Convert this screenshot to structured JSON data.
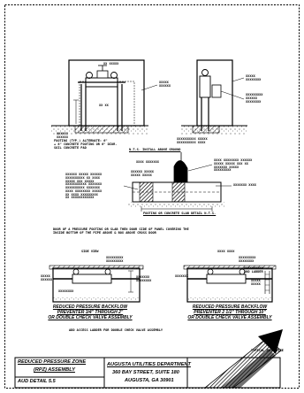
{
  "document": {
    "type": "engineering detail drawing",
    "colors": {
      "ink": "#000000",
      "paper": "#ffffff",
      "hatch": "#000000"
    }
  },
  "callouts": {
    "top_left_1": "XX   XXXXX",
    "top_left_2": "XXXXX\nXXXXXX",
    "top_left_3": "XX  XX",
    "top_left_4": "XXXXXX\nXXXXXX",
    "top_left_footing": "FOOTING (TYP.) ALTERNATE: 6\"\n+ 8\" CONCRETE FOOTING OR 6\" DIOR.\nSOIL CONCRETE PAD",
    "top_right_1": "XXXXX\nXXXXXXXX",
    "top_right_2": "XXXXXXXXX\nXXXXXX\nXXXXXXXX",
    "top_right_3": "XXXXXXXXXX XXXXX\nXXXXXXXXXX XXXX",
    "mid_1": "N.T.S. INSTALL ABOVE GROUND",
    "mid_2": "XXXX XXXXXXX",
    "mid_3": "XXXXXX XXXXX\nXXXXX XXXXX",
    "mid_4": "XXXX XXXXXXXX XXXXXX\nXXXXX XXXXX XXX XX\nXXXXXXX XXXXX\nXXXXXXXXX",
    "mid_5": "XXXXXXX XXXX",
    "mid_6": "XXXXXX XXXXX XXXXXX\nXXXXXXXXXX XX XXXX\nXXXXX XXX XXXXX\nXXXXXXXXXXX XXXXXXX\nXXXXXXXXXX XXXXXXX\nXXXX XXXXXXXX XXXXX\nXX XXXX XXXXXXXXX\nXX XXXXXXXXXXXX",
    "pad_caption": "FOOTING OR CONCRETE SLAB DETAIL N.T.S.",
    "pad_note": "DOOR OF A PRESSURE FOOTING OR SLAB THEN DOOR SIDE OF PANEL COVERING THE\nINSIDE BOTTOM OF THE PIPE ABOVE & BOX ABOVE CROSS DOOR",
    "bottom_left_top": "SIDE VIEW",
    "bottom_left_1": "XXXXXXXXX\nXXXXXXXXX",
    "bottom_left_2": "XXXXX\nXXXXXX",
    "bottom_left_3": "XXXXXXXX",
    "bottom_left_4": "XXXXXXX\nXXXXXXXX",
    "bottom_right_top": "XXXX XXXX",
    "bottom_right_1": "XXXXXXXXX\nXXXXXXXX",
    "bottom_right_2": "XXXXXXXXXX\nAND LADDER",
    "bottom_right_3": "XXXXXXX",
    "bottom_right_4": "XXXXX\nXXXXX",
    "bottom_note": "ADD ACCESS LADDER FOR DOUBLE CHECK VALVE ASSEMBLY",
    "logo_text": "TYPICAL ZONE SIZE"
  },
  "captions": {
    "left": "REDUCED PRESSURE BACKFLOW\nPREVENTER 3/4\" THROUGH 2\"\nOR DOUBLE CHECK VALVE ASSEMBLY",
    "right": "REDUCED PRESSURE BACKFLOW\nPREVENTER 2 1/2\" THROUGH 10\"\nOR DOUBLE CHECK VALVE ASSEMBLY"
  },
  "title_block": {
    "title_line1": "REDUCED PRESSURE ZONE",
    "title_line2": "(RPZ) ASSEMBLY",
    "detail": "AUD DETAIL 5.5",
    "department": "AUGUSTA UTILITIES DEPARTMENT",
    "street": "360 BAY STREET, SUITE 180",
    "city": "AUGUSTA, GA 30901"
  }
}
